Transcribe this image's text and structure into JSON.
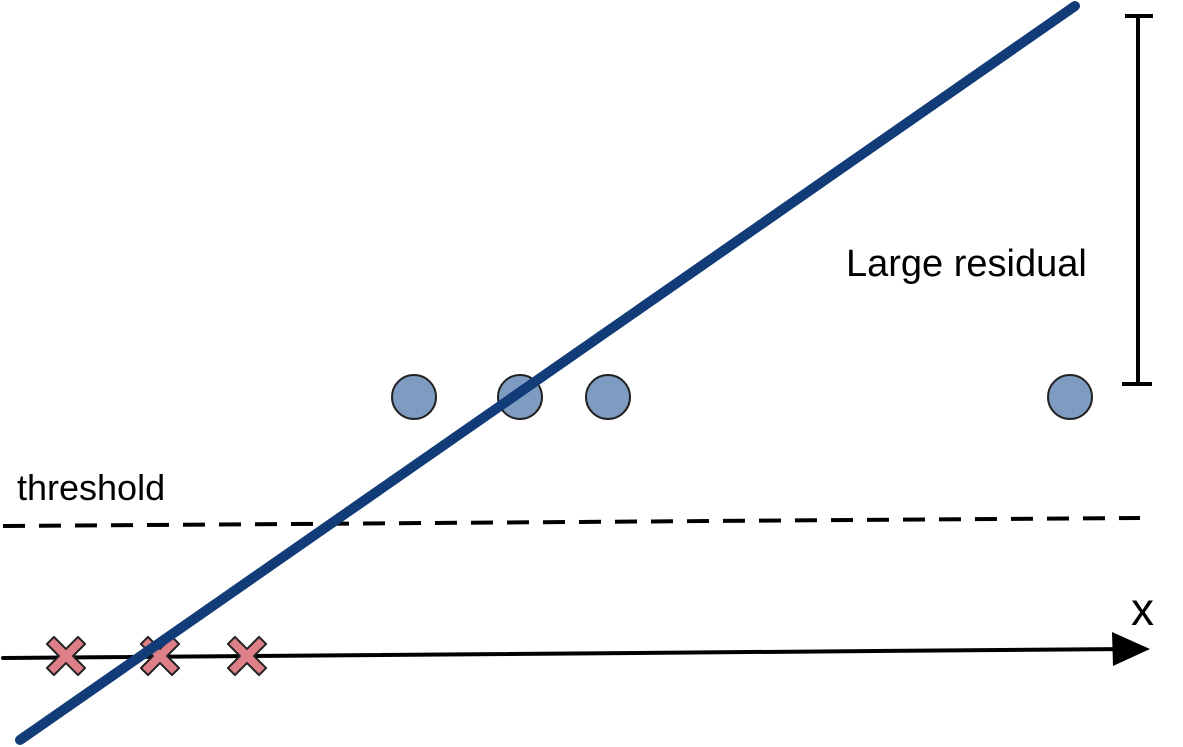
{
  "labels": {
    "threshold": "threshold",
    "residual": "Large residual",
    "x_axis": "x"
  },
  "colors": {
    "fit_line": "#123c78",
    "positive_point": "#7e9bc1",
    "negative_point": "#dc7f87",
    "outline": "#222222",
    "axis": "#000000"
  },
  "icons": {
    "positive": "circle-icon",
    "negative": "cross-icon"
  }
}
